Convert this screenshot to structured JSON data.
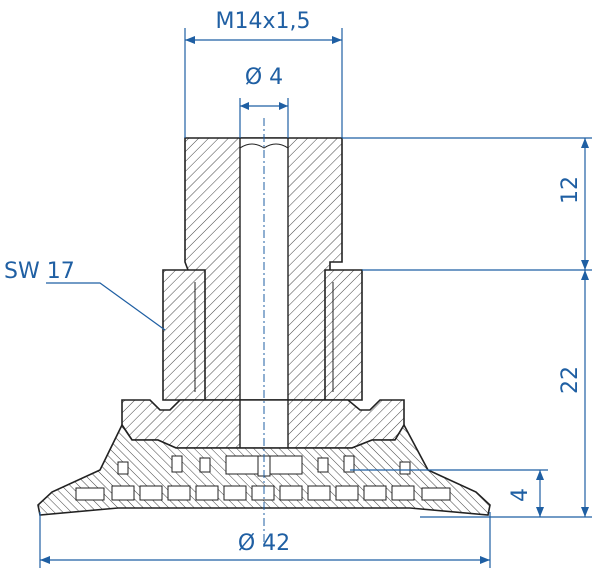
{
  "labels": {
    "thread": "M14x1,5",
    "bore": "Ø 4",
    "wrench": "SW 17",
    "height_top": "12",
    "height_mid": "22",
    "height_bottom": "4",
    "diameter": "Ø 42"
  },
  "colors": {
    "dimension": "#1f5fa3",
    "outline": "#222222",
    "hatch": "#444444"
  }
}
